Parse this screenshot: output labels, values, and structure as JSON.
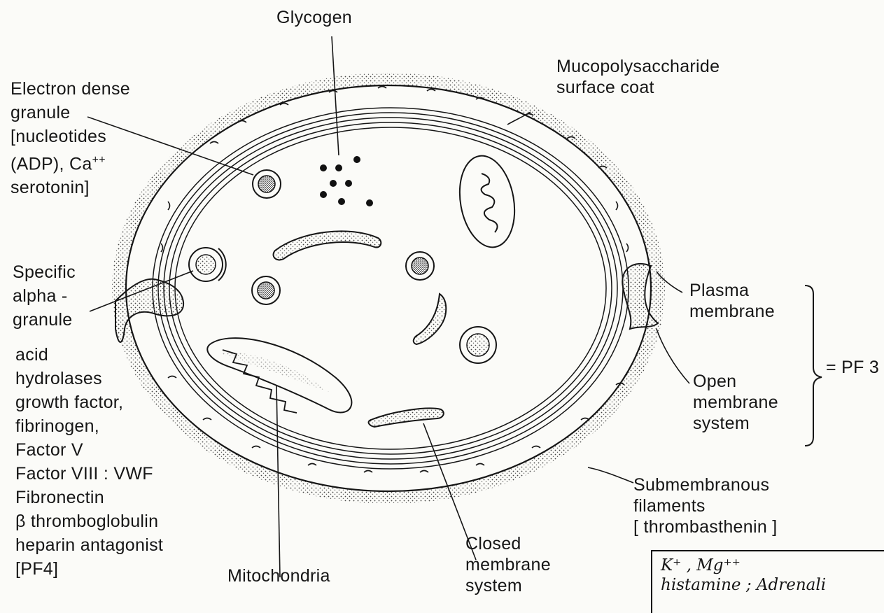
{
  "labels": {
    "glycogen": "Glycogen",
    "surface_coat": [
      "Mucopolysaccharide",
      "surface coat"
    ],
    "electron_dense": [
      "Electron dense",
      "granule",
      "[nucleotides",
      "(ADP), Ca",
      "serotonin]"
    ],
    "calcium_superscript": "++",
    "alpha_granule": [
      "Specific",
      "alpha -",
      "granule"
    ],
    "alpha_contents": [
      "acid",
      "hydrolases",
      "growth factor,",
      "fibrinogen,",
      "Factor V",
      "Factor VIII : VWF",
      "Fibronectin",
      "β thromboglobulin",
      "heparin antagonist",
      "[PF4]"
    ],
    "plasma_membrane": [
      "Plasma",
      "membrane"
    ],
    "open_membrane": [
      "Open",
      "membrane",
      "system"
    ],
    "pf3": "= PF 3",
    "submembranous": [
      "Submembranous",
      "filaments",
      "[ thrombasthenin ]"
    ],
    "mitochondria": "Mitochondria",
    "closed_membrane": [
      "Closed",
      "membrane",
      "system"
    ]
  },
  "handwritten_note": [
    "K⁺ , Mg⁺⁺",
    "histamine ; Adrenali"
  ],
  "colors": {
    "ink": "#161616",
    "paper": "#fbfbf8",
    "stipple": "#444444"
  }
}
